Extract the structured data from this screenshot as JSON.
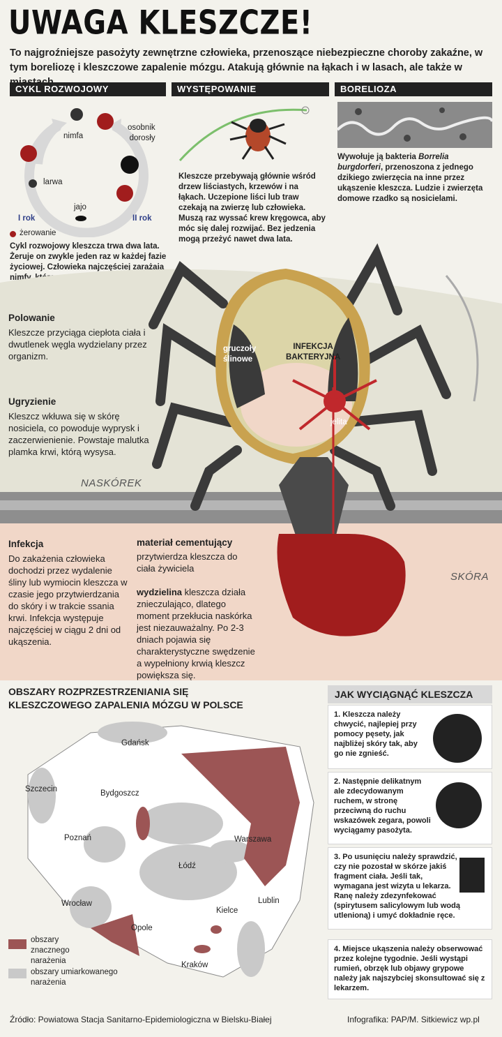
{
  "title": "UWAGA KLESZCZE!",
  "intro": "To najgroźniejsze pasożyty zewnętrzne człowieka, przenoszące niebezpieczne choroby zakaźne, w tym boreliozę i kleszczowe zapalenie mózgu. Atakują głównie na łąkach i w lasach, ale także w miastach.",
  "sections": {
    "cykl": {
      "header": "CYKL ROZWOJOWY",
      "labels": {
        "nimfa": "nimfa",
        "osobnik": "osobnik\ndorosły",
        "larwa": "larwa",
        "jajo": "jajo",
        "irok": "I rok",
        "iirok": "II rok"
      },
      "legend": "żerowanie",
      "text": "Cykl rozwojowy kleszcza trwa dwa lata. Żeruje on zwykle jeden raz w każdej fazie życiowej. Człowieka najczęściej zarażają nimfy, które są najbardziej agresywne."
    },
    "wystepowanie": {
      "header": "WYSTĘPOWANIE",
      "text": "Kleszcze przebywają głównie wśród drzew liściastych, krzewów i na łąkach. Uczepione liści lub traw czekają na zwierzę lub człowieka. Muszą raz wyssać krew kręgowca, aby móc się dalej rozwijać. Bez jedzenia mogą przeżyć nawet dwa lata."
    },
    "borelioza": {
      "header": "BORELIOZA",
      "text_pre": "Wywołuje ją bakteria ",
      "text_it": "Borrelia burgdorferi",
      "text_post": ", przenoszona z jednego dzikiego zwierzęcia na inne przez ukąszenie kleszcza. Ludzie i zwierzęta domowe rzadko są nosicielami."
    }
  },
  "anatomy": {
    "polowanie_h": "Polowanie",
    "polowanie": "Kleszcze przyciąga ciepłota ciała i dwutlenek węgla wydzielany przez organizm.",
    "ugryzienie_h": "Ugryzienie",
    "ugryzienie": "Kleszcz wkłuwa się w skórę nosiciela, co powoduje wyprysk i zaczerwienienie. Powstaje malutka plamka krwi, którą wysysa.",
    "naskorek": "NASKÓREK",
    "skora": "SKÓRA",
    "gruczoly": "gruczoły\nślinowe",
    "infekcja_bak": "INFEKCJA\nBAKTERYJNA",
    "jelita": "jelita",
    "infekcja_h": "Infekcja",
    "infekcja": "Do zakażenia człowieka dochodzi przez wydalenie śliny lub wymiocin kleszcza w czasie jego przytwierdzania do skóry i w trakcie ssania krwi. Infekcja występuje najczęściej w ciągu 2 dni od ukąszenia.",
    "material_h": "materiał cementujący",
    "material": "przytwierdza kleszcza do ciała żywiciela",
    "wydzielina_h": "wydzielina",
    "wydzielina": " kleszcza działa znieczulająco, dlatego moment przekłucia naskórka jest niezauważalny. Po 2-3 dniach pojawia się charakterystyczne swędzenie a wypełniony krwią kleszcz powiększa się."
  },
  "map": {
    "title": "OBSZARY ROZPRZESTRZENIANIA SIĘ KLESZCZOWEGO ZAPALENIA MÓZGU W POLSCE",
    "cities": [
      "Gdańsk",
      "Szczecin",
      "Bydgoszcz",
      "Poznań",
      "Warszawa",
      "Łódź",
      "Lublin",
      "Wrocław",
      "Opole",
      "Kielce",
      "Kraków"
    ],
    "legend_high": "obszary\nznacznego\nnarażenia",
    "legend_mod": "obszary umiarkowanego\nnarażenia",
    "color_high": "#9c5555",
    "color_mod": "#c9c9c9"
  },
  "howto": {
    "header": "JAK WYCIĄGNĄĆ KLESZCZA",
    "steps": [
      "1. Kleszcza należy chwycić, najlepiej przy pomocy pęsety, jak najbliżej skóry tak, aby go nie zgnieść.",
      "2. Następnie delikatnym ale zdecydowanym ruchem, w stronę przeciwną do ruchu wskazówek zegara, powoli wyciągamy pasożyta.",
      "3. Po usunięciu należy sprawdzić, czy nie pozostał w skórze jakiś fragment ciała. Jeśli tak, wymagana jest wizyta u lekarza. Ranę należy zdezynfekować (spirytusem salicylowym lub wodą utlenioną) i umyć dokładnie ręce.",
      "4. Miejsce ukąszenia należy obserwować przez kolejne tygodnie. Jeśli wystąpi rumień, obrzęk lub objawy grypowe należy jak najszybciej skonsultować się z lekarzem."
    ]
  },
  "footer": {
    "source": "Źródło: Powiatowa Stacja Sanitarno-Epidemiologiczna w Bielsku-Białej",
    "credit": "Infografika: PAP/M. Sitkiewicz wp.pl"
  },
  "colors": {
    "dark_red": "#a11d1d",
    "tick_grey": "#3a3a3a",
    "skin": "#f1d7c8"
  }
}
